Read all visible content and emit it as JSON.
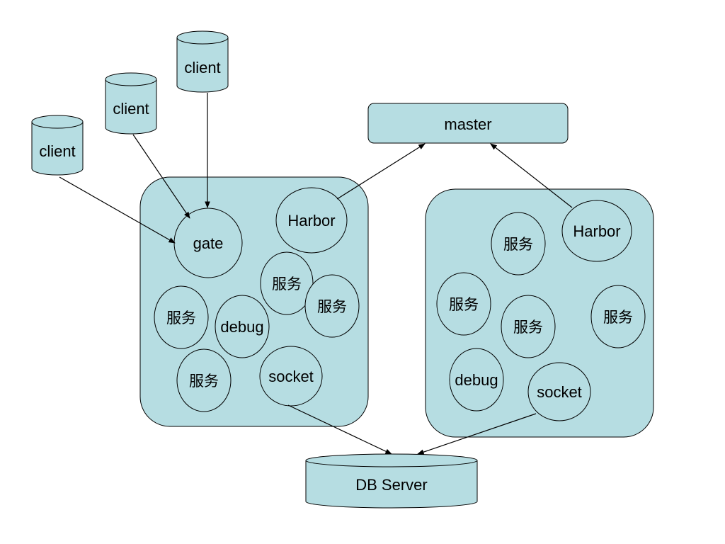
{
  "colors": {
    "node_fill": "#b6dde2",
    "stroke": "#000000",
    "background": "#ffffff"
  },
  "clients": [
    "client",
    "client",
    "client"
  ],
  "master": {
    "label": "master"
  },
  "db": {
    "label": "DB Server"
  },
  "node1": {
    "gate": "gate",
    "harbor": "Harbor",
    "debug": "debug",
    "socket": "socket",
    "services": [
      "服务",
      "服务",
      "服务",
      "服务"
    ]
  },
  "node2": {
    "harbor": "Harbor",
    "debug": "debug",
    "socket": "socket",
    "services": [
      "服务",
      "服务",
      "服务",
      "服务"
    ]
  }
}
